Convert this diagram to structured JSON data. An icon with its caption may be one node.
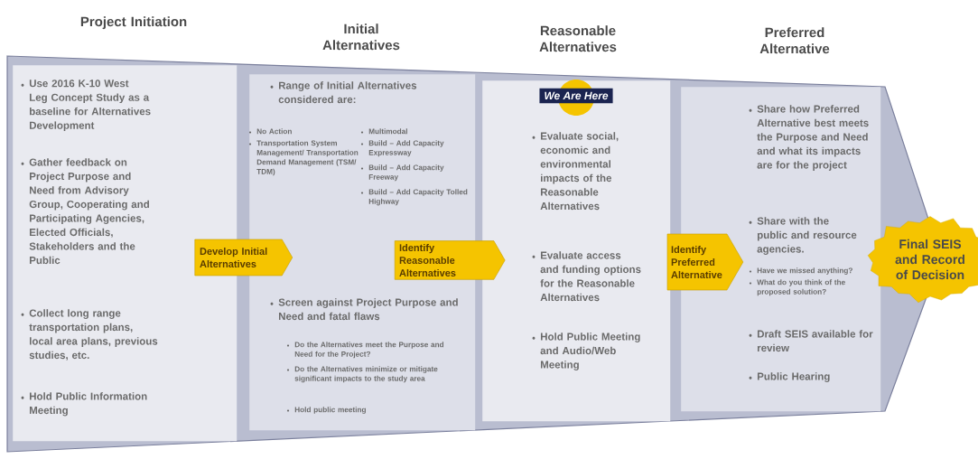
{
  "diagram": {
    "nodes": [
      {
        "text": [
          "Project Initiation",
          "Use 2016 K-10 West Leg Concept Study as a baseline for Alternatives Development",
          "Gather feedback on Project Purpose and Need from Advisory Group, Cooperating and Participating Agencies, Elected Officials, Stakeholders and the Public",
          "Collect long range transportation plans, local area plans, previous studies, etc.",
          "Hold Public Information Meeting"
        ]
      },
      {
        "text": [
          "Initial Alternatives",
          "Range of Initial Alternatives considered are:",
          "No Action",
          "Transportation System Management/ Transportation Demand Management (TSM/ TDM)",
          "Multimodal",
          "Build – Add Capacity Expressway",
          "Build – Add Capacity Freeway",
          "Build – Add Capacity Tolled Highway",
          "Screen against Project Purpose and Need and fatal flaws",
          "Do the Alternatives meet the Purpose and Need for the Project?",
          "Do the Alternatives minimize or mitigate significant impacts to the study area",
          "Hold public meeting"
        ]
      },
      {
        "text": [
          "Reasonable Alternatives",
          "Evaluate social, economic and environmental impacts of the Reasonable Alternatives",
          "Evaluate access and funding options for the Reasonable Alternatives",
          "Hold Public Meeting and Audio/Web Meeting"
        ]
      },
      {
        "text": [
          "Preferred Alternative",
          "Share how Preferred Alternative best meets the Purpose and Need and what its impacts are for the project",
          "Share with the public and resource agencies.",
          "Have we missed anything?",
          "What do you think of the proposed solution?",
          "Draft SEIS available for review",
          "Public Hearing"
        ]
      },
      {
        "text": [
          "We Are Here"
        ],
        "in": 2
      },
      {
        "text": [
          "Develop Initial Alternatives"
        ]
      },
      {
        "text": [
          "Identify Reasonable Alternatives"
        ]
      },
      {
        "text": [
          "Identify Preferred Alternative"
        ]
      },
      {
        "text": [
          "Final SEIS and Record of Decision"
        ]
      }
    ]
  }
}
